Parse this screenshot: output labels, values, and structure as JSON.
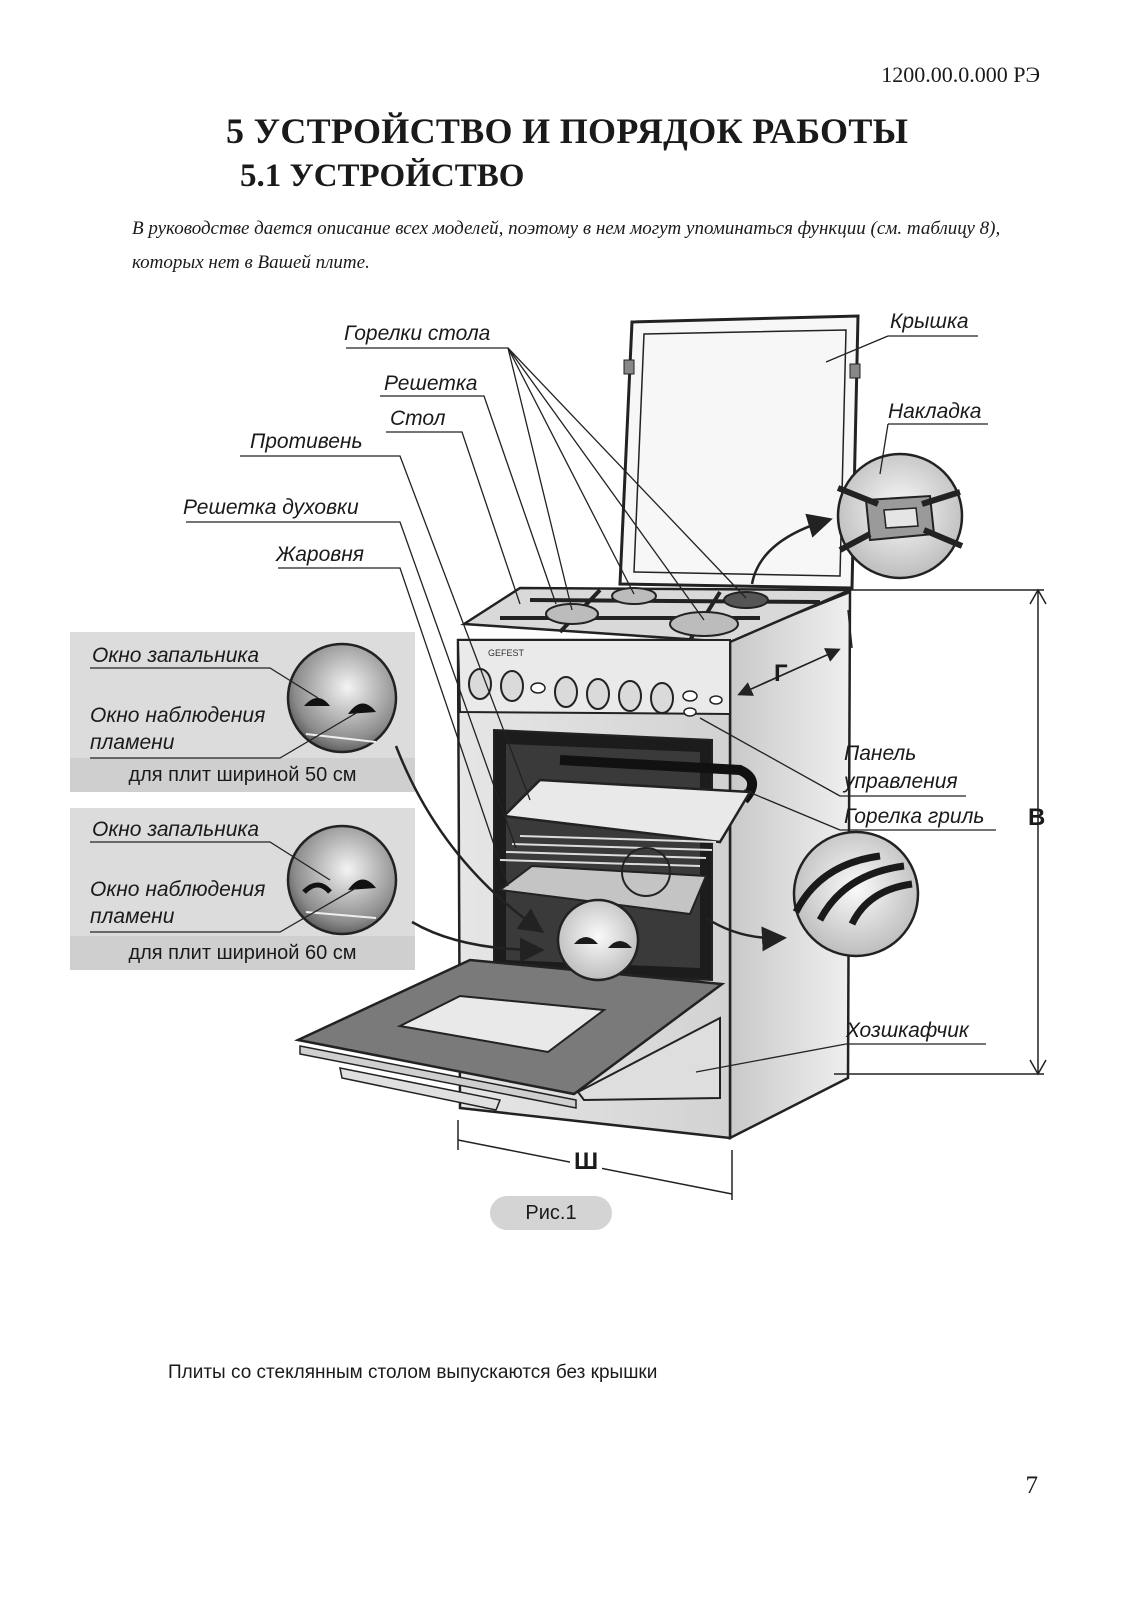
{
  "doc_number": "1200.00.0.000 РЭ",
  "heading": "5 УСТРОЙСТВО И ПОРЯДОК РАБОТЫ",
  "subheading": "5.1 УСТРОЙСТВО",
  "intro": "В руководстве дается описание всех моделей, поэтому в нем могут упоминаться функции (см. таблицу 8), которых нет в Вашей плите.",
  "labels": {
    "burners": "Горелки стола",
    "grate": "Решетка",
    "table": "Стол",
    "tray": "Противень",
    "oven_rack": "Решетка духовки",
    "roaster": "Жаровня",
    "lid": "Крышка",
    "overlay": "Накладка",
    "panel_line1": "Панель",
    "panel_line2": "управления",
    "grill_burner": "Горелка гриль",
    "cabinet": "Хозшкафчик"
  },
  "inset_50": {
    "igniter": "Окно запальника",
    "flame_line1": "Окно наблюдения",
    "flame_line2": "пламени",
    "caption": "для плит шириной 50 см"
  },
  "inset_60": {
    "igniter": "Окно запальника",
    "flame_line1": "Окно наблюдения",
    "flame_line2": "пламени",
    "caption": "для плит шириной 60 см"
  },
  "dimensions": {
    "depth": "Г",
    "height": "В",
    "width": "Ш"
  },
  "brand": "GEFEST",
  "figure_caption": "Рис.1",
  "footnote": "Плиты со стеклянным столом выпускаются без крышки",
  "page_number": "7"
}
